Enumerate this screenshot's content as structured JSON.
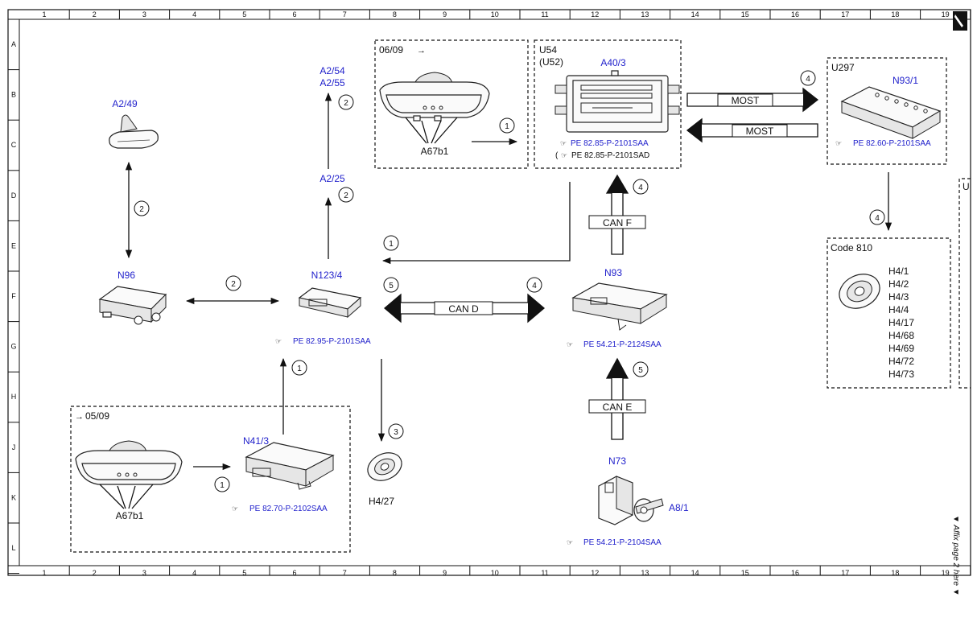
{
  "border": {
    "cols": [
      "1",
      "2",
      "3",
      "4",
      "5",
      "6",
      "7",
      "8",
      "9",
      "10",
      "11",
      "12",
      "13",
      "14",
      "15",
      "16",
      "17",
      "18",
      "19"
    ],
    "rows": [
      "A",
      "B",
      "C",
      "D",
      "E",
      "F",
      "G",
      "H",
      "J",
      "K",
      "L"
    ],
    "side_note": "▼ Affix page 2 here ▼"
  },
  "groups": {
    "mirror_top_date": "06/09",
    "mirror_top_arrow": "→",
    "mirror_bottom_date": "05/09",
    "mirror_bottom_arrow": "→",
    "u54": "U54",
    "u52": "(U52)",
    "u297": "U297",
    "code810": "Code 810",
    "right_clip": "U"
  },
  "components": {
    "a2_49": "A2/49",
    "a2_54": "A2/54",
    "a2_55": "A2/55",
    "a2_25": "A2/25",
    "n96": "N96",
    "n123_4": "N123/4",
    "a67b1_top": "A67b1",
    "a67b1_bottom": "A67b1",
    "a40_3": "A40/3",
    "n93_1": "N93/1",
    "n93": "N93",
    "n41_3": "N41/3",
    "n73": "N73",
    "a8_1": "A8/1",
    "h4_27": "H4/27",
    "speakers": [
      "H4/1",
      "H4/2",
      "H4/3",
      "H4/4",
      "H4/17",
      "H4/68",
      "H4/69",
      "H4/72",
      "H4/73"
    ]
  },
  "references": {
    "icon": "☞",
    "a40_3": "PE 82.85-P-2101SAA",
    "a40_3_alt": "PE 82.85-P-2101SAD",
    "n93_1": "PE 82.60-P-2101SAA",
    "n123_4": "PE 82.95-P-2101SAA",
    "n93": "PE 54.21-P-2124SAA",
    "n41_3": "PE 82.70-P-2102SAA",
    "n73": "PE 54.21-P-2104SAA"
  },
  "buses": {
    "most_out": "MOST",
    "most_in": "MOST",
    "can_f": "CAN F",
    "can_d": "CAN D",
    "can_e": "CAN E"
  },
  "markers": {
    "a2_49": "2",
    "a2_54": "2",
    "a2_25": "2",
    "n96": "2",
    "mirror_top": "1",
    "feedback": "1",
    "most": "4",
    "can_f": "4",
    "n93_1": "4",
    "can_d_left": "5",
    "can_d_right": "4",
    "n41_3": "1",
    "mirror_bottom": "1",
    "h4_27": "3",
    "can_e": "5"
  }
}
